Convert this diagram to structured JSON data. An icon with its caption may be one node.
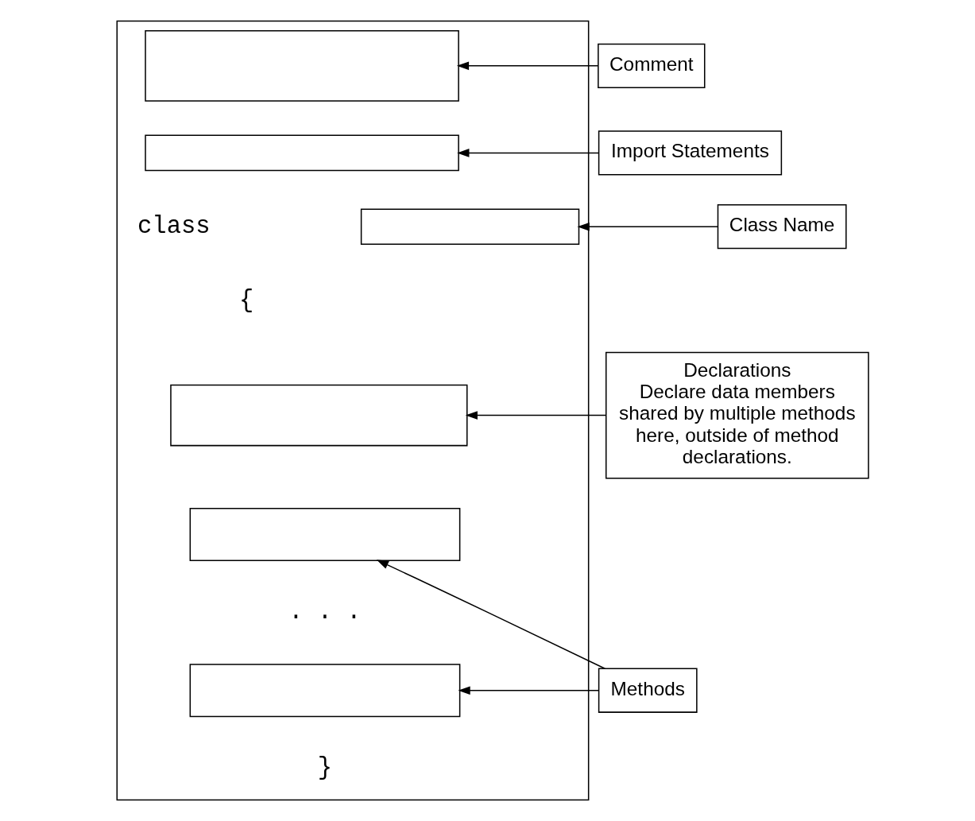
{
  "diagram": {
    "nodes": [
      {
        "text": [],
        "shape": "box"
      },
      {
        "text": [],
        "shape": "box",
        "in": 0
      },
      {
        "text": [],
        "shape": "box",
        "in": 0
      },
      {
        "text": [],
        "shape": "box",
        "in": 0
      },
      {
        "text": [],
        "shape": "box",
        "in": 0
      },
      {
        "text": [],
        "shape": "box",
        "in": 0
      },
      {
        "text": [],
        "shape": "box",
        "in": 0
      },
      {
        "text": [
          "Comment"
        ]
      },
      {
        "text": [
          "Import Statements"
        ]
      },
      {
        "text": [
          "Class Name"
        ]
      },
      {
        "text": [
          "Declarations",
          "Declare data members shared by multiple methods here, outside of method declarations."
        ]
      },
      {
        "text": [
          "Methods"
        ]
      }
    ],
    "edges": [
      {
        "from": 7,
        "to": 1,
        "arrow": "to"
      },
      {
        "from": 8,
        "to": 2,
        "arrow": "to"
      },
      {
        "from": 9,
        "to": 3,
        "arrow": "to"
      },
      {
        "from": 10,
        "to": 4,
        "arrow": "to"
      },
      {
        "from": 11,
        "to": 5,
        "arrow": "to"
      },
      {
        "from": 11,
        "to": 6,
        "arrow": "to"
      }
    ],
    "labels": [
      "class",
      "{",
      ". . .",
      "}"
    ]
  }
}
